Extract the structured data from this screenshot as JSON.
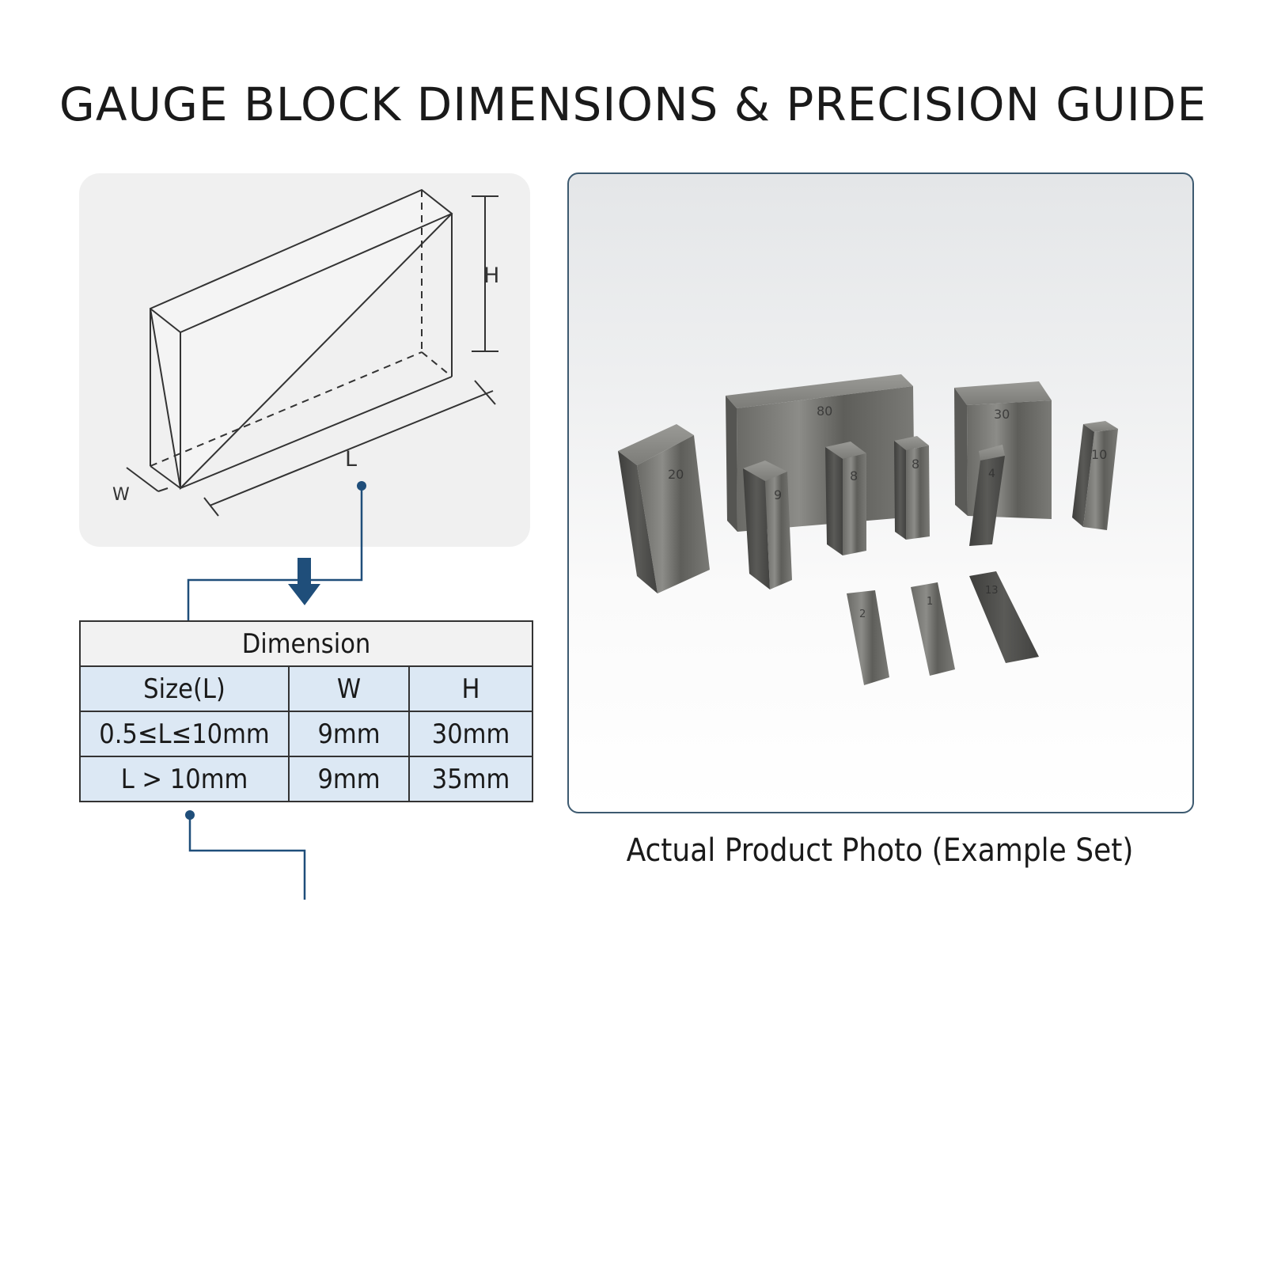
{
  "title": "GAUGE BLOCK DIMENSIONS & PRECISION GUIDE",
  "diagram": {
    "label_h": "H",
    "label_l": "L",
    "label_w": "W"
  },
  "table": {
    "caption": "Dimension",
    "columns": [
      "Size(L)",
      "W",
      "H"
    ],
    "rows": [
      [
        "0.5≤L≤10mm",
        "9mm",
        "30mm"
      ],
      [
        "L > 10mm",
        "9mm",
        "35mm"
      ]
    ]
  },
  "photo": {
    "caption": "Actual Product Photo (Example Set)",
    "block_markings": [
      "20",
      "80",
      "30",
      "9",
      "8",
      "8",
      "4",
      "10",
      "2",
      "1",
      "13"
    ]
  },
  "colors": {
    "accent": "#1f4e7a",
    "table_fill": "#dce8f4",
    "panel_fill": "#f0f0f0",
    "frame_border": "#3d5a70"
  }
}
